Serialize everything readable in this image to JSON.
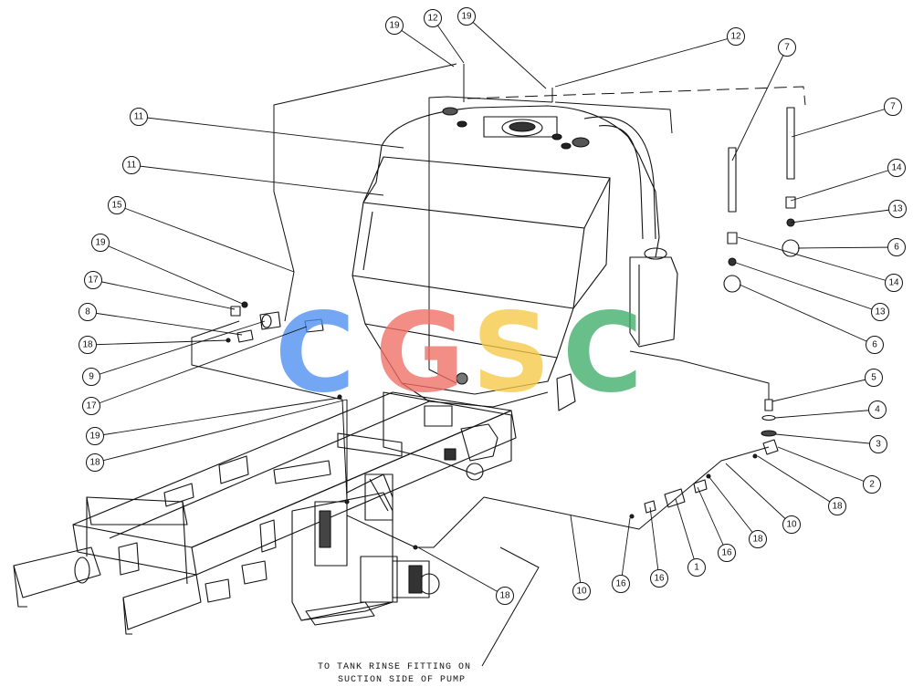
{
  "callouts": [
    {
      "label": "19"
    },
    {
      "label": "12"
    },
    {
      "label": "19"
    },
    {
      "label": "12"
    },
    {
      "label": "7"
    },
    {
      "label": "7"
    },
    {
      "label": "11"
    },
    {
      "label": "11"
    },
    {
      "label": "15"
    },
    {
      "label": "19"
    },
    {
      "label": "17"
    },
    {
      "label": "8"
    },
    {
      "label": "18"
    },
    {
      "label": "9"
    },
    {
      "label": "17"
    },
    {
      "label": "19"
    },
    {
      "label": "18"
    },
    {
      "label": "14"
    },
    {
      "label": "13"
    },
    {
      "label": "6"
    },
    {
      "label": "14"
    },
    {
      "label": "13"
    },
    {
      "label": "6"
    },
    {
      "label": "5"
    },
    {
      "label": "4"
    },
    {
      "label": "3"
    },
    {
      "label": "2"
    },
    {
      "label": "18"
    },
    {
      "label": "10"
    },
    {
      "label": "18"
    },
    {
      "label": "16"
    },
    {
      "label": "1"
    },
    {
      "label": "16"
    },
    {
      "label": "16"
    },
    {
      "label": "10"
    },
    {
      "label": "18"
    }
  ],
  "note": {
    "line1": "TO TANK RINSE FITTING ON",
    "line2": "SUCTION SIDE OF PUMP"
  },
  "watermark": {
    "letters": [
      {
        "char": "C",
        "color": "#4d8ef0"
      },
      {
        "char": "G",
        "color": "#ef6f65"
      },
      {
        "char": "S",
        "color": "#f6c945"
      },
      {
        "char": "C",
        "color": "#3fae6a"
      }
    ]
  }
}
